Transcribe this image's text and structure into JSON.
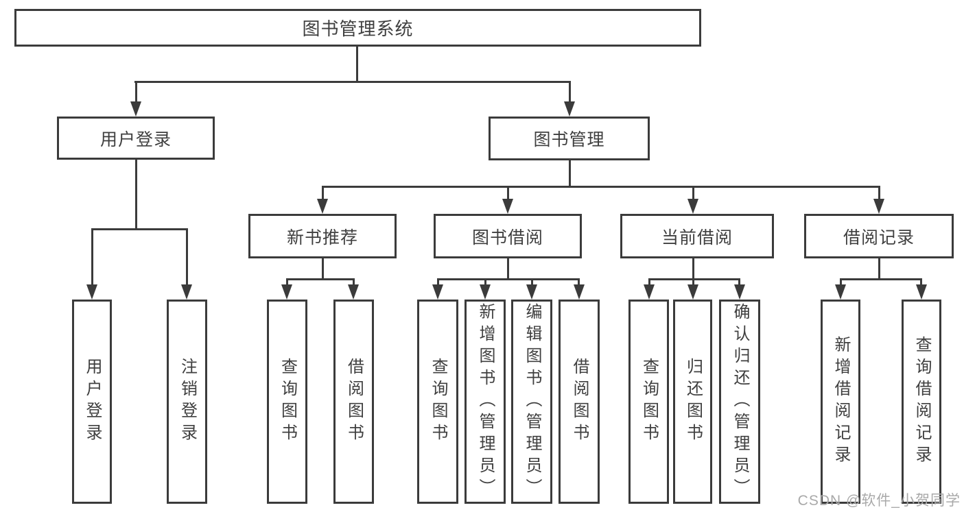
{
  "diagram": {
    "root": {
      "label": "图书管理系统"
    },
    "branches": {
      "user": {
        "label": "用户登录",
        "children": {
          "login": {
            "label": "用户登录"
          },
          "logout": {
            "label": "注销登录"
          }
        }
      },
      "book": {
        "label": "图书管理",
        "sections": {
          "recommend": {
            "label": "新书推荐",
            "children": {
              "query": {
                "label": "查询图书"
              },
              "borrow": {
                "label": "借阅图书"
              }
            }
          },
          "borrowing": {
            "label": "图书借阅",
            "children": {
              "query": {
                "label": "查询图书"
              },
              "add": {
                "label": "新增图书（管理员）"
              },
              "edit": {
                "label": "编辑图书（管理员）"
              },
              "borrow": {
                "label": "借阅图书"
              }
            }
          },
          "current": {
            "label": "当前借阅",
            "children": {
              "query": {
                "label": "查询图书"
              },
              "return": {
                "label": "归还图书"
              },
              "confirm": {
                "label": "确认归还（管理员）"
              }
            }
          },
          "records": {
            "label": "借阅记录",
            "children": {
              "add": {
                "label": "新增借阅记录"
              },
              "query": {
                "label": "查询借阅记录"
              }
            }
          }
        }
      }
    }
  },
  "watermark": {
    "text": "CSDN @软件_小贺同学"
  },
  "colors": {
    "line": "#3b3b3b",
    "text": "#3f3f3f",
    "watermark": "#a9a9a9",
    "background": "#ffffff"
  }
}
